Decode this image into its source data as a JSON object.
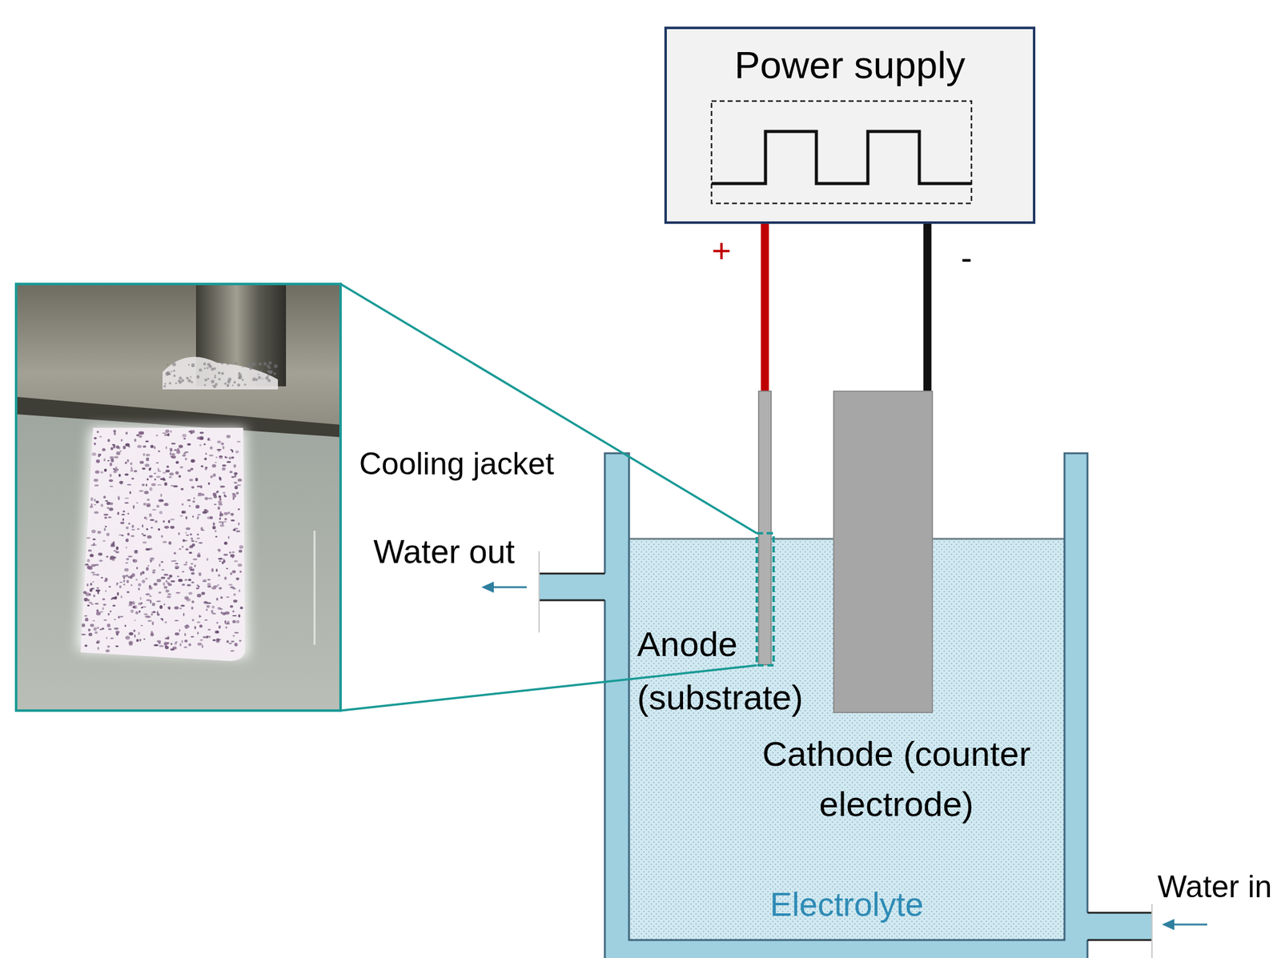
{
  "diagram": {
    "nodes": [
      {
        "text": [
          "Power supply"
        ]
      },
      {
        "text": [
          "Anode (substrate)"
        ]
      },
      {
        "text": [
          "Cathode (counter electrode)"
        ]
      },
      {
        "text": [
          "Electrolyte"
        ]
      }
    ],
    "edges": [
      {
        "from": 0,
        "to": 1,
        "arrow": "none",
        "label": "+"
      },
      {
        "from": 0,
        "to": 2,
        "arrow": "none",
        "label": "-"
      }
    ],
    "labels": [
      "Cooling jacket",
      "Water out",
      "Water in"
    ]
  }
}
